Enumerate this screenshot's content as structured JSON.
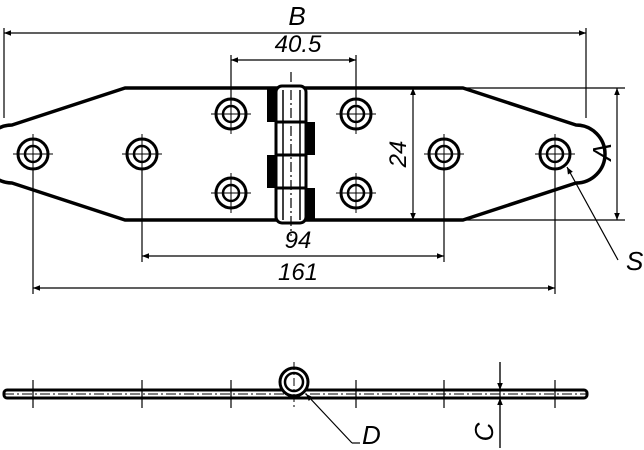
{
  "labels": {
    "overall_length": "B",
    "plate_width": "A",
    "hinge_span": "40.5",
    "hole_vertical_spacing": "24",
    "inner_hole_spacing": "94",
    "outer_hole_spacing": "161",
    "screw_size": "S",
    "pin_diameter": "D",
    "thickness": "C"
  }
}
